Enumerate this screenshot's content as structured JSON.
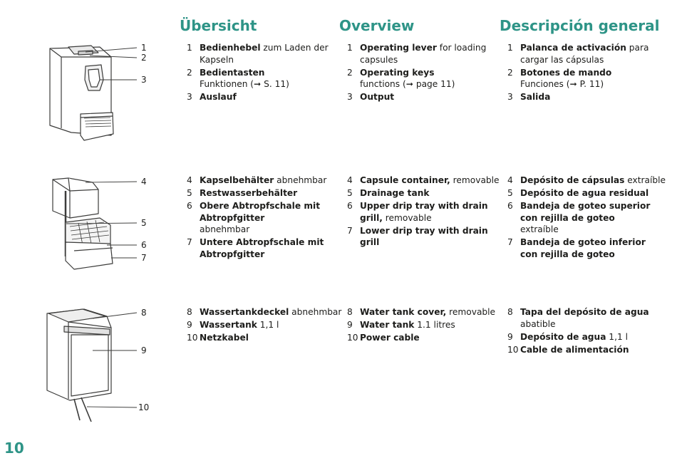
{
  "headings": {
    "de": "Übersicht",
    "en": "Overview",
    "es": "Descripción general"
  },
  "callouts": [
    "1",
    "2",
    "3",
    "4",
    "5",
    "6",
    "7",
    "8",
    "9",
    "10"
  ],
  "groups": [
    {
      "de": [
        {
          "num": "1",
          "bold": "Bedienhebel",
          "rest": " zum Laden der Kapseln"
        },
        {
          "num": "2",
          "bold": "Bedientasten",
          "rest": "Funktionen (➞ S. 11)"
        },
        {
          "num": "3",
          "bold": "Auslauf",
          "rest": ""
        }
      ],
      "en": [
        {
          "num": "1",
          "bold": "Operating lever",
          "rest": " for loading capsules"
        },
        {
          "num": "2",
          "bold": "Operating keys",
          "rest": "functions (➞ page 11)"
        },
        {
          "num": "3",
          "bold": "Output",
          "rest": ""
        }
      ],
      "es": [
        {
          "num": "1",
          "bold": "Palanca de activación",
          "rest": " para cargar las cápsulas"
        },
        {
          "num": "2",
          "bold": "Botones de mando",
          "rest": "Funciones (➞ P. 11)"
        },
        {
          "num": "3",
          "bold": "Salida",
          "rest": ""
        }
      ]
    },
    {
      "de": [
        {
          "num": "4",
          "bold": "Kapselbehälter",
          "rest": " abnehmbar"
        },
        {
          "num": "5",
          "bold": "Restwasserbehälter",
          "rest": ""
        },
        {
          "num": "6",
          "bold": "Obere Abtropfschale mit Abtropfgitter",
          "rest": "abnehmbar"
        },
        {
          "num": "7",
          "bold": "Untere Abtropfschale mit Abtropfgitter",
          "rest": ""
        }
      ],
      "en": [
        {
          "num": "4",
          "bold": "Capsule container,",
          "rest": " removable"
        },
        {
          "num": "5",
          "bold": "Drainage tank",
          "rest": ""
        },
        {
          "num": "6",
          "bold": "Upper drip tray with drain grill,",
          "rest": " removable"
        },
        {
          "num": "7",
          "bold": "Lower drip tray with drain grill",
          "rest": ""
        }
      ],
      "es": [
        {
          "num": "4",
          "bold": "Depósito de cápsulas",
          "rest": " extraíble"
        },
        {
          "num": "5",
          "bold": "Depósito de agua residual",
          "rest": ""
        },
        {
          "num": "6",
          "bold": "Bandeja de goteo superior con rejilla de goteo",
          "rest": "extraíble"
        },
        {
          "num": "7",
          "bold": "Bandeja de goteo inferior con rejilla de goteo",
          "rest": ""
        }
      ]
    },
    {
      "de": [
        {
          "num": "8",
          "bold": "Wassertankdeckel",
          "rest": " abnehmbar"
        },
        {
          "num": "9",
          "bold": "Wassertank",
          "rest": " 1,1 l"
        },
        {
          "num": "10",
          "bold": "Netzkabel",
          "rest": ""
        }
      ],
      "en": [
        {
          "num": "8",
          "bold": "Water tank cover,",
          "rest": " removable"
        },
        {
          "num": "9",
          "bold": "Water tank",
          "rest": " 1.1 litres"
        },
        {
          "num": "10",
          "bold": "Power cable",
          "rest": ""
        }
      ],
      "es": [
        {
          "num": "8",
          "bold": "Tapa del depósito de agua",
          "rest": "abatible"
        },
        {
          "num": "9",
          "bold": "Depósito de agua",
          "rest": " 1,1 l"
        },
        {
          "num": "10",
          "bold": "Cable de alimentación",
          "rest": ""
        }
      ]
    }
  ],
  "page_number": "10",
  "colors": {
    "accent": "#2e9487",
    "text": "#1d1d1b"
  }
}
